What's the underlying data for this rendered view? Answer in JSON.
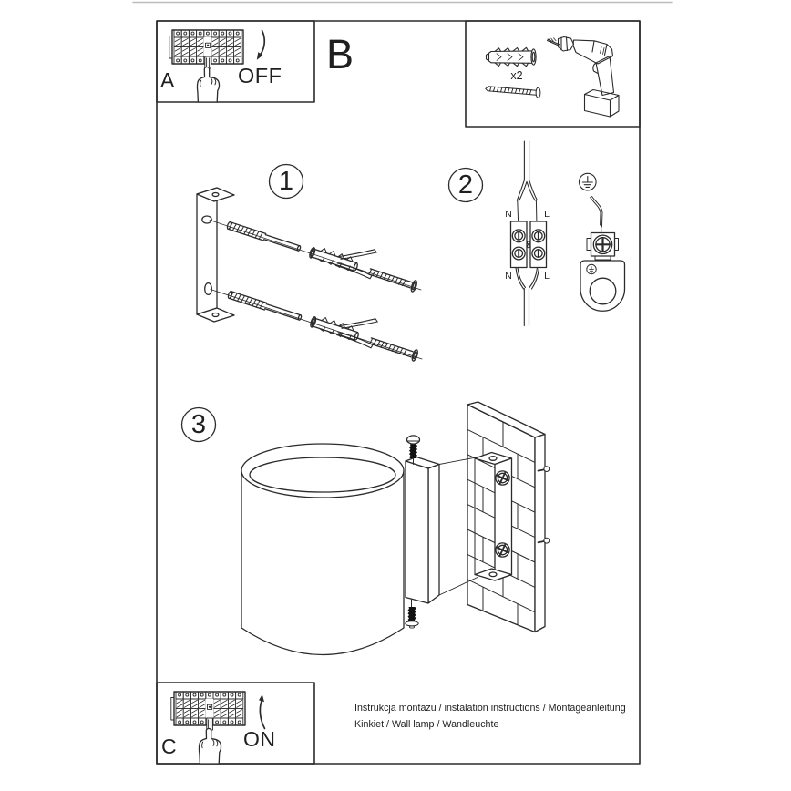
{
  "colors": {
    "line": "#2b2b2b",
    "black_fill": "#111111",
    "background": "#ffffff"
  },
  "steps": {
    "a": {
      "letter": "A",
      "state": "OFF"
    },
    "b": {
      "letter": "B"
    },
    "c": {
      "letter": "C",
      "state": "ON"
    }
  },
  "parts_box": {
    "anchor_quantity": "x2"
  },
  "step_numbers": {
    "1": "1",
    "2": "2",
    "3": "3"
  },
  "wiring": {
    "n_top": "N",
    "l_top": "L",
    "n_bottom": "N",
    "l_bottom": "L"
  },
  "footer": {
    "line1": "Instrukcja montażu / instalation instructions / Montageanleitung",
    "line2": "Kinkiet / Wall lamp / Wandleuchte"
  },
  "icons": {
    "breaker_panel": "circuit-breaker-row",
    "hand": "pointing-hand",
    "off_arrow": "curved-arrow-down",
    "on_arrow": "curved-arrow-up",
    "anchor": "wall-plug",
    "screw": "mounting-screw",
    "drill": "power-drill",
    "ground": "earth-symbol"
  }
}
